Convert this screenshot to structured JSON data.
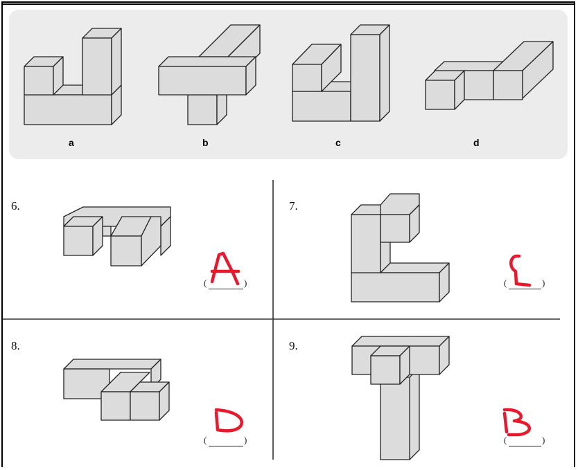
{
  "options": {
    "labels": [
      "a",
      "b",
      "c",
      "d"
    ]
  },
  "questions": [
    {
      "number": "6.",
      "bracket": "(",
      "bracket_close": ")",
      "answer": "A"
    },
    {
      "number": "7.",
      "bracket": "(",
      "bracket_close": ")",
      "answer": "C"
    },
    {
      "number": "8.",
      "bracket": "(",
      "bracket_close": ")",
      "answer": "D"
    },
    {
      "number": "9.",
      "bracket": "(",
      "bracket_close": ")",
      "answer": "B"
    }
  ],
  "colors": {
    "block_fill": "#dcdcdc",
    "outline": "#222222",
    "panel_bg": "#ececec",
    "answer_ink": "#e8192c"
  }
}
